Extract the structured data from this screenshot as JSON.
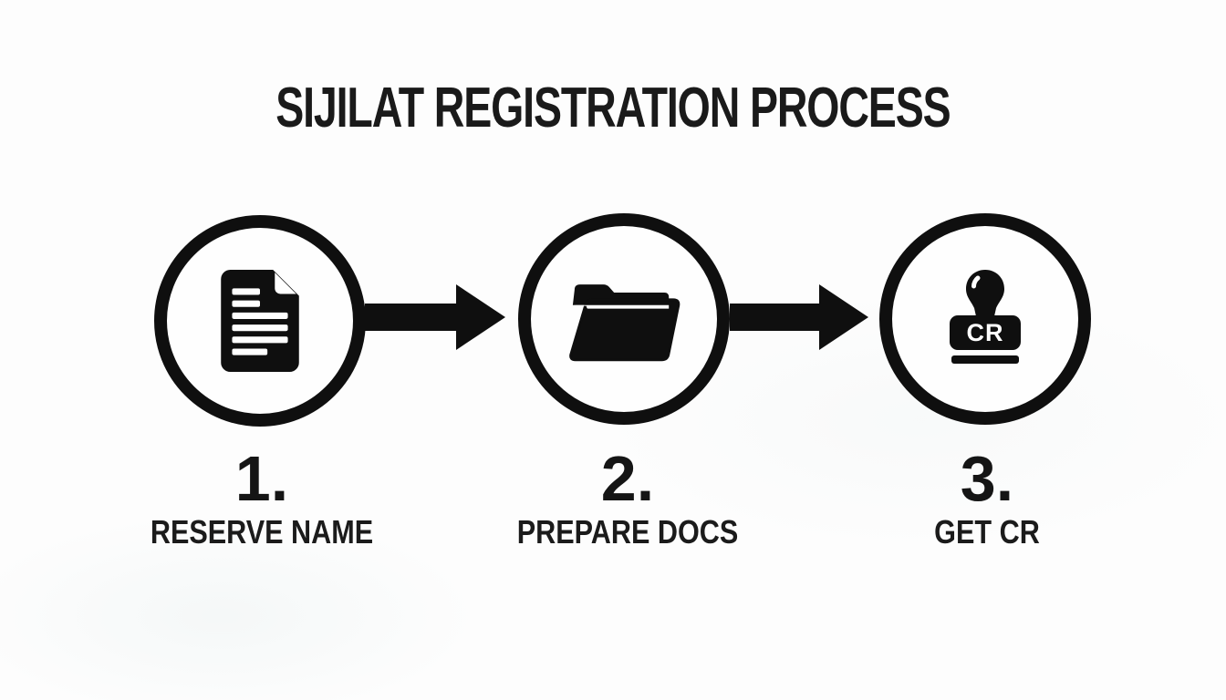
{
  "title": "SIJILAT REGISTRATION PROCESS",
  "colors": {
    "background": "#fdfdfd",
    "ink": "#0f0f0f"
  },
  "steps": [
    {
      "number": "1.",
      "label": "RESERVE NAME",
      "icon": "document-icon"
    },
    {
      "number": "2.",
      "label": "PREPARE DOCS",
      "icon": "folder-icon"
    },
    {
      "number": "3.",
      "label": "GET CR",
      "icon": "stamp-icon",
      "stamp_text": "CR"
    }
  ],
  "arrows": [
    {
      "direction": "right"
    },
    {
      "direction": "right"
    }
  ]
}
